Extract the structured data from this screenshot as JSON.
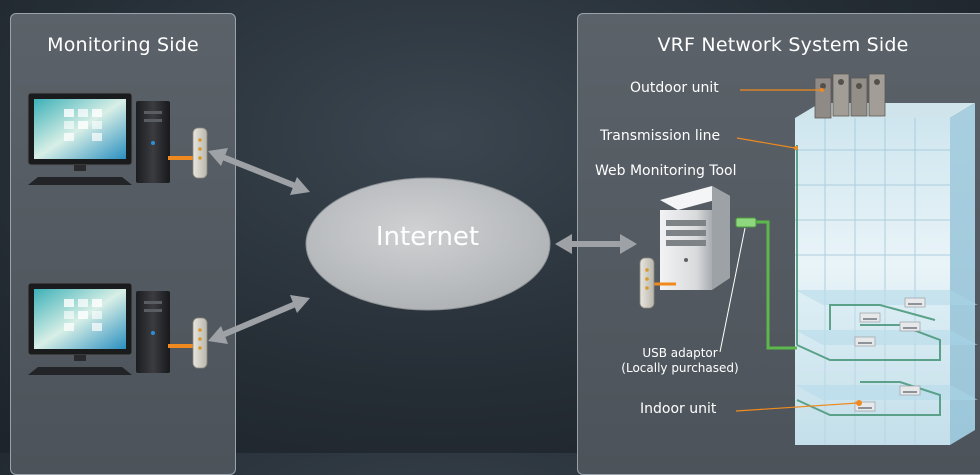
{
  "panels": {
    "monitoring": {
      "title": "Monitoring Side"
    },
    "vrf": {
      "title": "VRF Network System Side"
    }
  },
  "internet": {
    "label": "Internet"
  },
  "labels": {
    "outdoor_unit": "Outdoor unit",
    "transmission_line": "Transmission line",
    "web_monitoring_tool": "Web Monitoring Tool",
    "usb_adaptor_line1": "USB adaptor",
    "usb_adaptor_line2": "(Locally purchased)",
    "indoor_unit": "Indoor unit"
  },
  "colors": {
    "background": "#252d35",
    "panel": "#555c63",
    "leader_line": "#f08a1e",
    "usb_cable": "#5cb84a",
    "arrow": "#9ea2a6",
    "cloud": "#bfc1c3"
  },
  "icons": {
    "pc": "desktop-computer-icon",
    "router": "router-icon",
    "server": "server-tower-icon",
    "building": "building-icon",
    "usb": "usb-adaptor-icon",
    "outdoor": "outdoor-unit-icon",
    "indoor": "indoor-unit-icon"
  }
}
